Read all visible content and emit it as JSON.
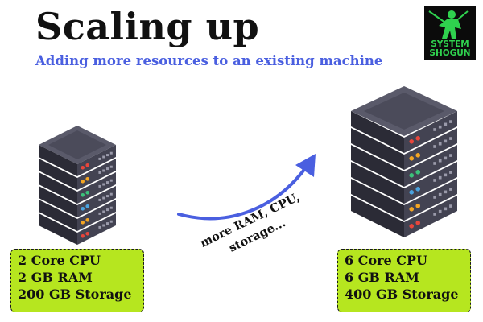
{
  "header": {
    "title": "Scaling up",
    "subtitle": "Adding more resources to an existing machine"
  },
  "logo": {
    "line1": "SYSTEM",
    "line2": "SHOGUN",
    "icon": "ninja-figure-icon"
  },
  "left_server": {
    "specs": [
      "2 Core CPU",
      "2 GB RAM",
      "200 GB Storage"
    ]
  },
  "right_server": {
    "specs": [
      "6 Core CPU",
      "6 GB RAM",
      "400 GB Storage"
    ]
  },
  "arrow": {
    "label_line1": "more RAM, CPU,",
    "label_line2": "storage..."
  },
  "colors": {
    "title": "#111111",
    "subtitle": "#4a5fe0",
    "arrow": "#4a5fe0",
    "spec_box": "#b6e61f",
    "server_front": "#434352",
    "server_side": "#2b2b36",
    "server_top": "#5a5a6a",
    "led_colors": [
      "#e8463c",
      "#f5a623",
      "#3cc27a",
      "#4aa3df",
      "#f5a623",
      "#e8463c"
    ]
  }
}
